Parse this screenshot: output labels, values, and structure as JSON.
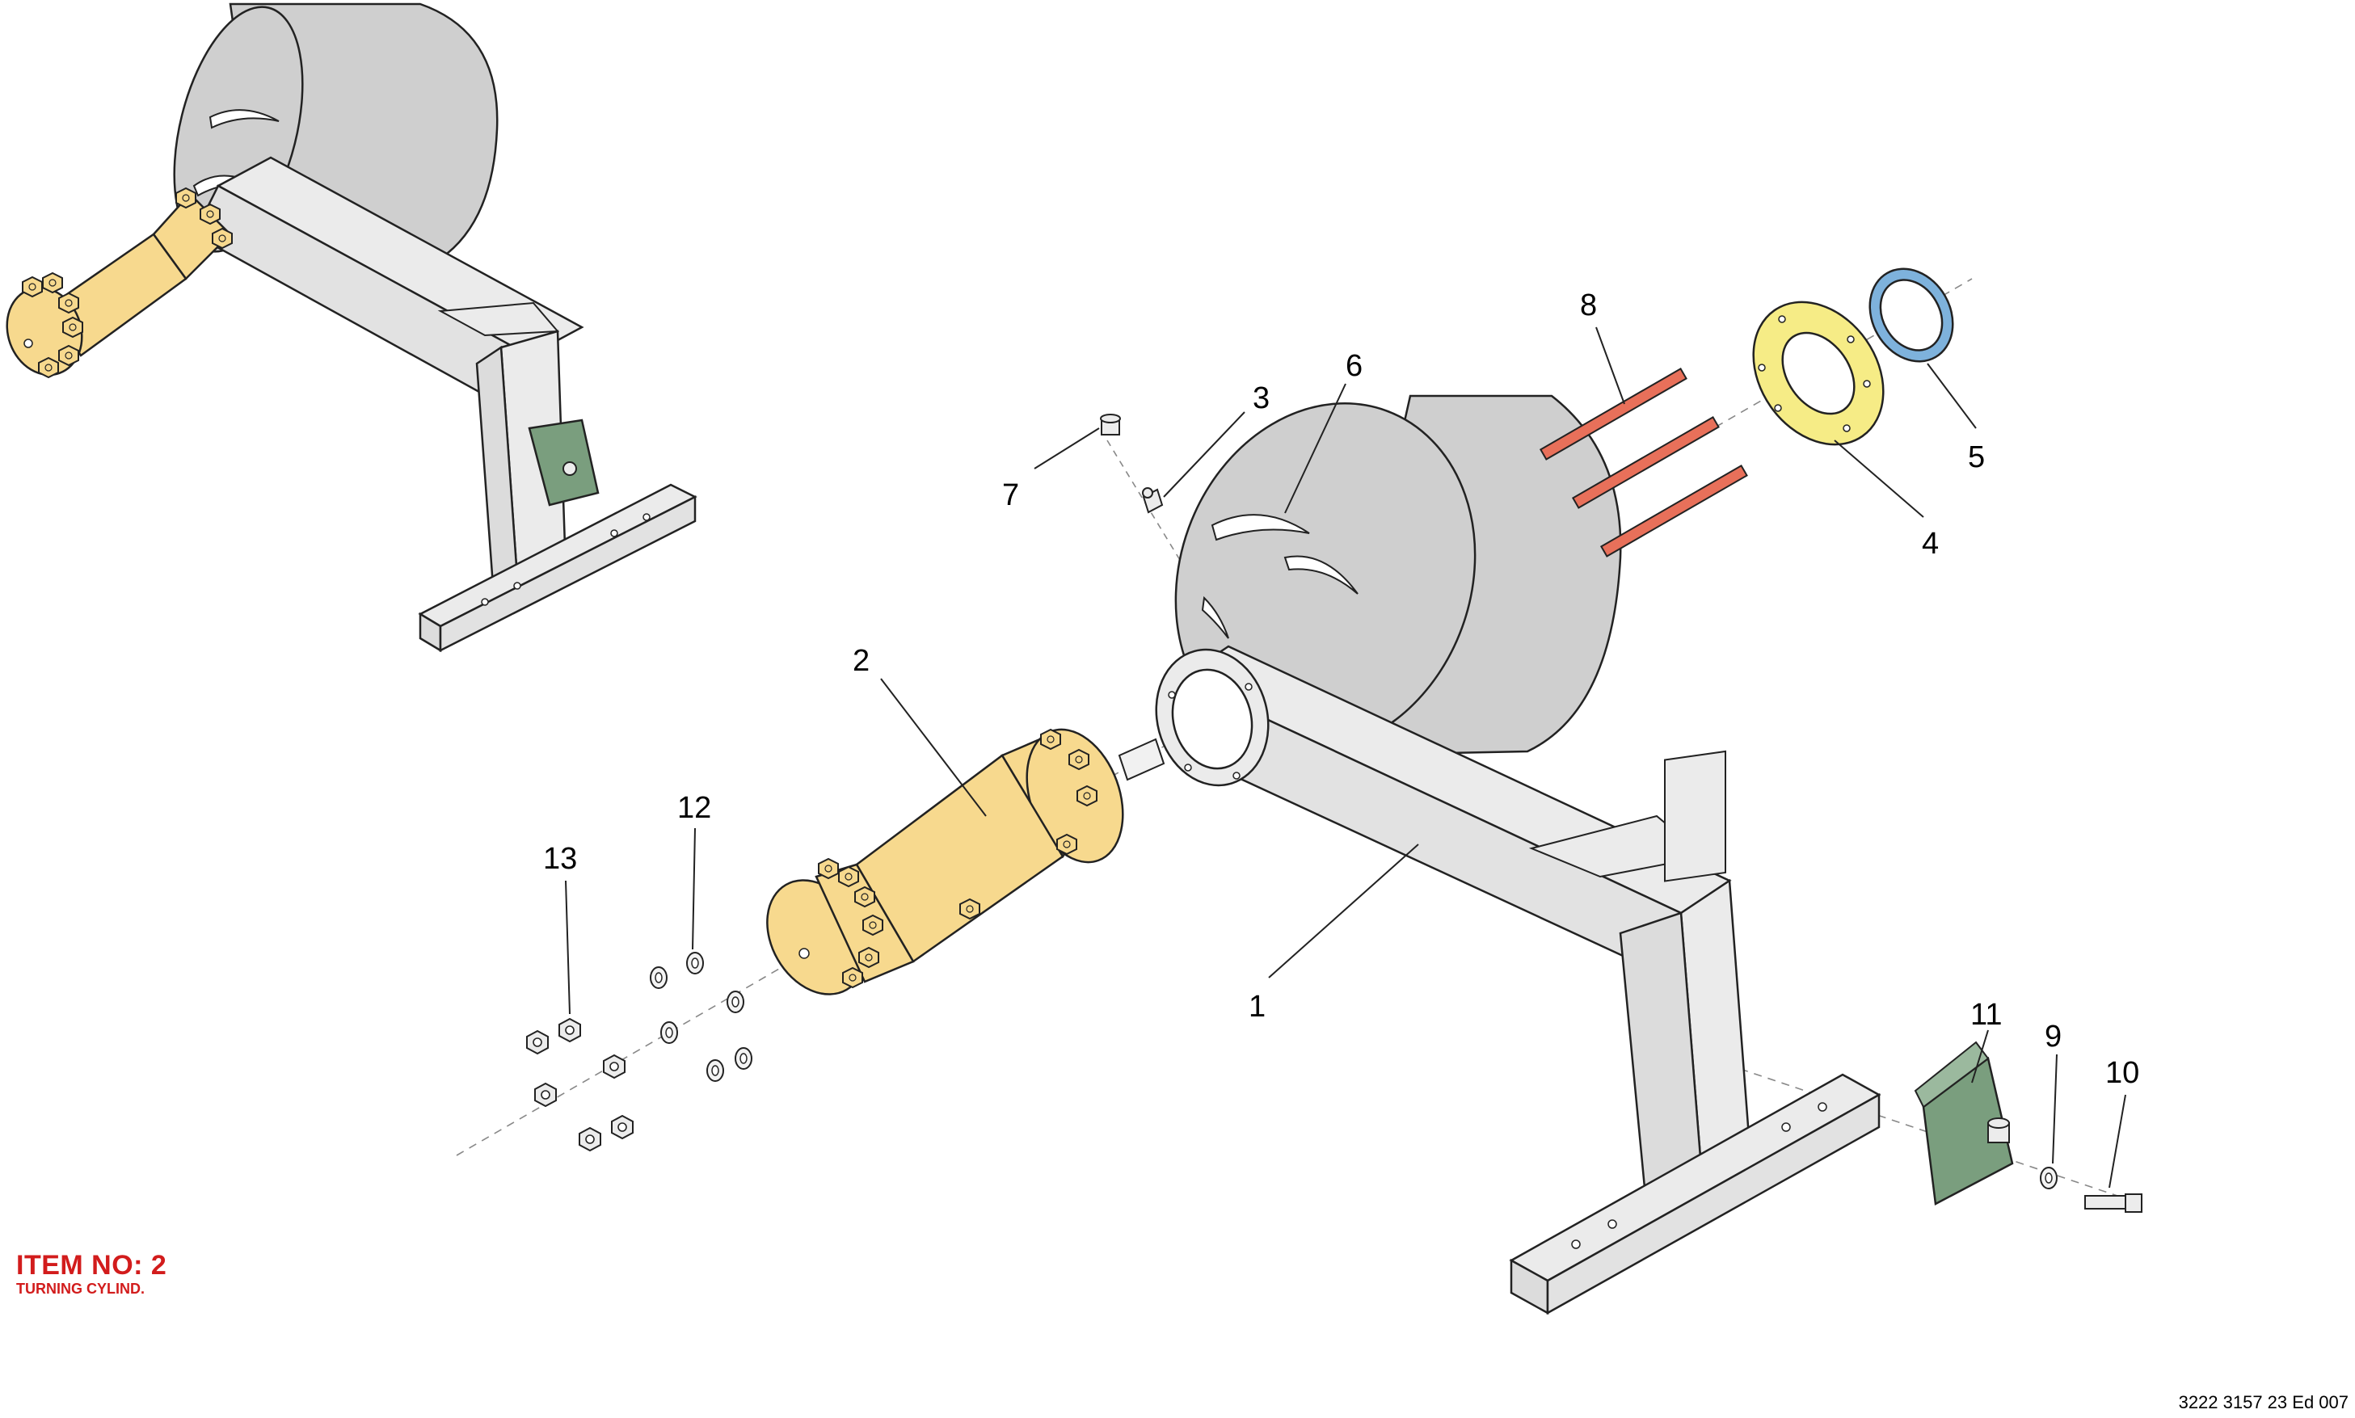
{
  "colors": {
    "frame": "#ebebeb",
    "drum": "#cfcfcf",
    "cylinder": "#f7d98e",
    "bracket": "#7a9e7e",
    "pins": "#e8705a",
    "flange": "#f6ec86",
    "seal": "#7eb2dc",
    "outline": "#222222",
    "title": "#d21c1c"
  },
  "item": {
    "number": "ITEM NO: 2",
    "description": "TURNING CYLIND."
  },
  "document_ref": "3222 3157 23 Ed 007",
  "callouts": [
    "1",
    "2",
    "3",
    "4",
    "5",
    "6",
    "7",
    "8",
    "9",
    "10",
    "11",
    "12",
    "13"
  ]
}
